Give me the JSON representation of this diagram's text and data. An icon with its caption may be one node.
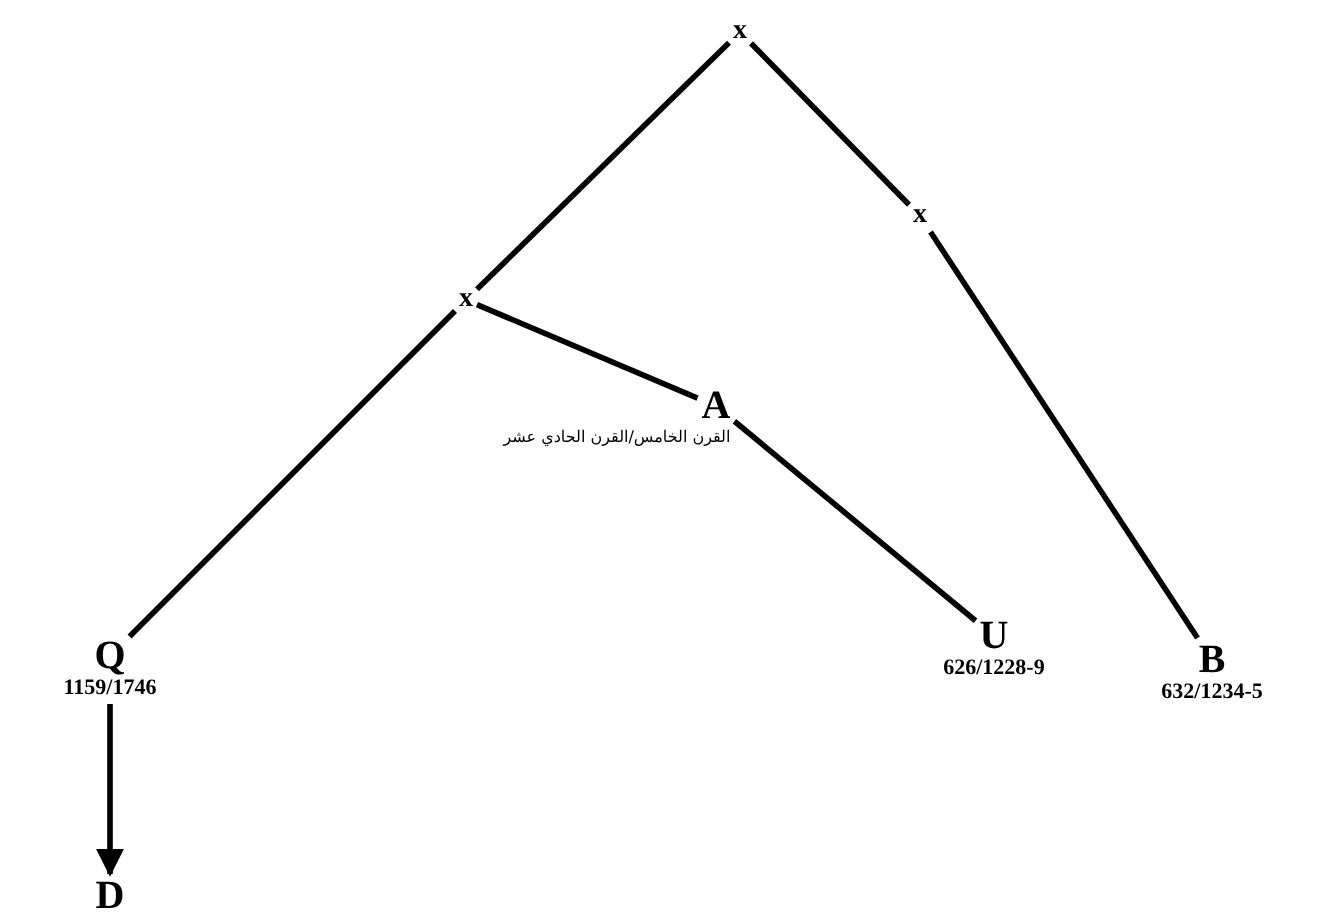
{
  "diagram": {
    "nodes": [
      {
        "text": [
          "x"
        ]
      },
      {
        "text": [
          "x"
        ]
      },
      {
        "text": [
          "x"
        ]
      },
      {
        "text": [
          "A"
        ],
        "beside": [
          "القرن الخامس/القرن الحادي عشر"
        ]
      },
      {
        "text": [
          "Q"
        ],
        "beside": [
          "1159/1746"
        ]
      },
      {
        "text": [
          "U"
        ],
        "beside": [
          "626/1228-9"
        ]
      },
      {
        "text": [
          "B"
        ],
        "beside": [
          "632/1234-5"
        ]
      },
      {
        "text": [
          "D"
        ]
      }
    ],
    "edges": [
      {
        "from": 0,
        "to": 1,
        "arrow": "none"
      },
      {
        "from": 0,
        "to": 2,
        "arrow": "none"
      },
      {
        "from": 1,
        "to": 4,
        "arrow": "none"
      },
      {
        "from": 1,
        "to": 3,
        "arrow": "none"
      },
      {
        "from": 3,
        "to": 5,
        "arrow": "none"
      },
      {
        "from": 2,
        "to": 6,
        "arrow": "none"
      },
      {
        "from": 4,
        "to": 7,
        "arrow": "to"
      }
    ]
  }
}
